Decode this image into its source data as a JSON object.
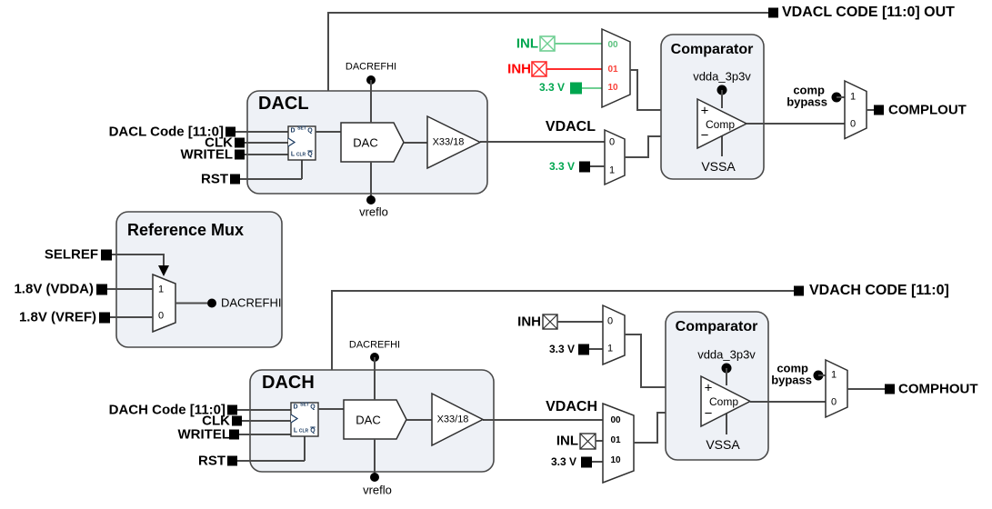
{
  "colors": {
    "wire": "#4a4a4a",
    "block_fill": "#EEF1F6",
    "green_text": "#00A64F",
    "green_wire": "#6FCF93",
    "red": "#FF0000",
    "ff_pin": "#17375E"
  },
  "top": {
    "code_out_label": "VDACL CODE [11:0] OUT",
    "block_title": "DACL",
    "in_code": "DACL Code [11:0]",
    "in_clk": "CLK",
    "in_writel": "WRITEL",
    "in_rst": "RST",
    "refhi_label": "DACREFHI",
    "reflo_label": "vreflo",
    "dac_label": "DAC",
    "gain_label": "X33/18",
    "vout_label": "VDACL",
    "inl_label": "INL",
    "inh_label": "INH",
    "v33_label": "3.3 V",
    "selmux_00": "00",
    "selmux_01": "01",
    "selmux_10": "10",
    "vmux_0": "0",
    "vmux_1": "1",
    "comp_title": "Comparator",
    "comp_vdd": "vdda_3p3v",
    "comp_plus": "+",
    "comp_minus": "−",
    "comp_core": "Comp",
    "comp_vss": "VSSA",
    "bypass_l1": "comp",
    "bypass_l2": "bypass",
    "omux_1": "1",
    "omux_0": "0",
    "out_label": "COMPLOUT"
  },
  "ref_mux": {
    "title": "Reference Mux",
    "selref_label": "SELREF",
    "in1_label": "1.8V (VDDA)",
    "in0_label": "1.8V (VREF)",
    "mux_1": "1",
    "mux_0": "0",
    "out_label": "DACREFHI"
  },
  "bottom": {
    "code_out_label": "VDACH CODE [11:0]",
    "block_title": "DACH",
    "in_code": "DACH Code [11:0]",
    "in_clk": "CLK",
    "in_writel": "WRITEL",
    "in_rst": "RST",
    "refhi_label": "DACREFHI",
    "reflo_label": "vreflo",
    "dac_label": "DAC",
    "gain_label": "X33/18",
    "vout_label": "VDACH",
    "inl_label": "INL",
    "inh_label": "INH",
    "v33_label": "3.3 V",
    "selmux_00": "00",
    "selmux_01": "01",
    "selmux_10": "10",
    "vmux_0": "0",
    "vmux_1": "1",
    "comp_title": "Comparator",
    "comp_vdd": "vdda_3p3v",
    "comp_plus": "+",
    "comp_minus": "−",
    "comp_core": "Comp",
    "comp_vss": "VSSA",
    "bypass_l1": "comp",
    "bypass_l2": "bypass",
    "omux_1": "1",
    "omux_0": "0",
    "out_label": "COMPHOUT"
  },
  "ff": {
    "d": "D",
    "set": "SET",
    "q": "Q",
    "l": "L",
    "clr": "CLR",
    "qbar": "Q"
  }
}
